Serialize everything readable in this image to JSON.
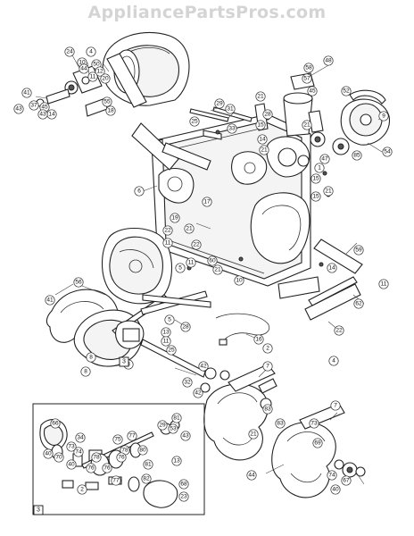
{
  "watermark": "AppliancePartsPros.com",
  "callouts": [
    "24",
    "4",
    "10",
    "44",
    "50",
    "12",
    "20",
    "41",
    "11",
    "37",
    "43",
    "45",
    "14",
    "43",
    "55",
    "18",
    "29",
    "31",
    "33",
    "25",
    "21",
    "58",
    "57",
    "48",
    "45",
    "28",
    "15",
    "14",
    "21",
    "52",
    "9",
    "21",
    "47",
    "85",
    "54",
    "1",
    "15",
    "15",
    "21",
    "6",
    "17",
    "22",
    "21",
    "11",
    "22",
    "19",
    "5",
    "11",
    "59",
    "60",
    "21",
    "10",
    "14",
    "11",
    "41",
    "56",
    "22",
    "62",
    "4",
    "13",
    "11",
    "5",
    "25",
    "8",
    "28",
    "8",
    "16",
    "2",
    "3",
    "42",
    "32",
    "7",
    "42",
    "7",
    "78",
    "80",
    "81",
    "34",
    "75",
    "53",
    "77",
    "73",
    "70",
    "76",
    "81",
    "29",
    "43",
    "82",
    "76",
    "66",
    "74",
    "78",
    "40",
    "77",
    "13",
    "40",
    "76",
    "44",
    "83",
    "83",
    "73",
    "69",
    "21",
    "74",
    "40",
    "67",
    "68",
    "23",
    "2"
  ],
  "inset_label": "3",
  "ref_label": "3"
}
